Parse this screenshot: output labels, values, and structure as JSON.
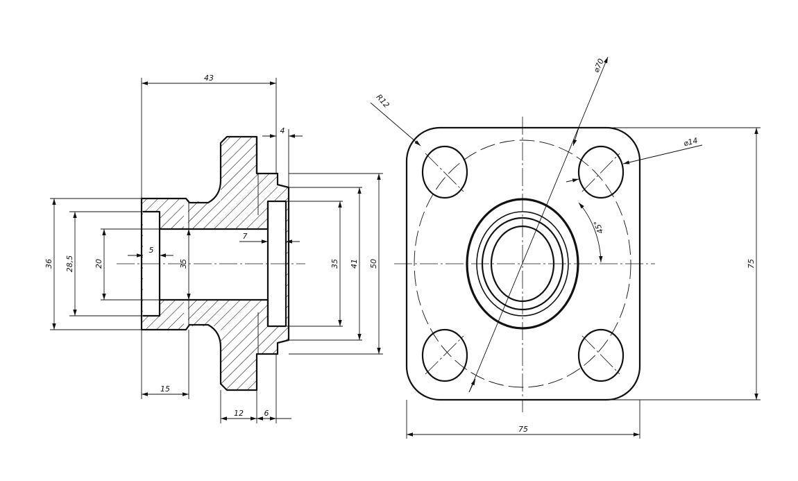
{
  "drawing": {
    "section_view": {
      "overall_length": "43",
      "flange_offset": "4",
      "shaft_outer_diameter": "36",
      "bore_diameter_a": "28,5",
      "bore_diameter_b": "20",
      "small_step": "5",
      "hub_bore": "35",
      "counterbore_depth": "7",
      "recess_diameter": "35",
      "spigot_diameter": "41",
      "flange_neck_diameter": "50",
      "shaft_length": "15",
      "flange_width": "12",
      "spigot_length": "6"
    },
    "front_view": {
      "corner_radius": "R12",
      "pitch_circle_diameter": "⌀70",
      "hole_diameter": "⌀14",
      "hole_angle": "45°",
      "width": "75",
      "height": "75"
    }
  }
}
